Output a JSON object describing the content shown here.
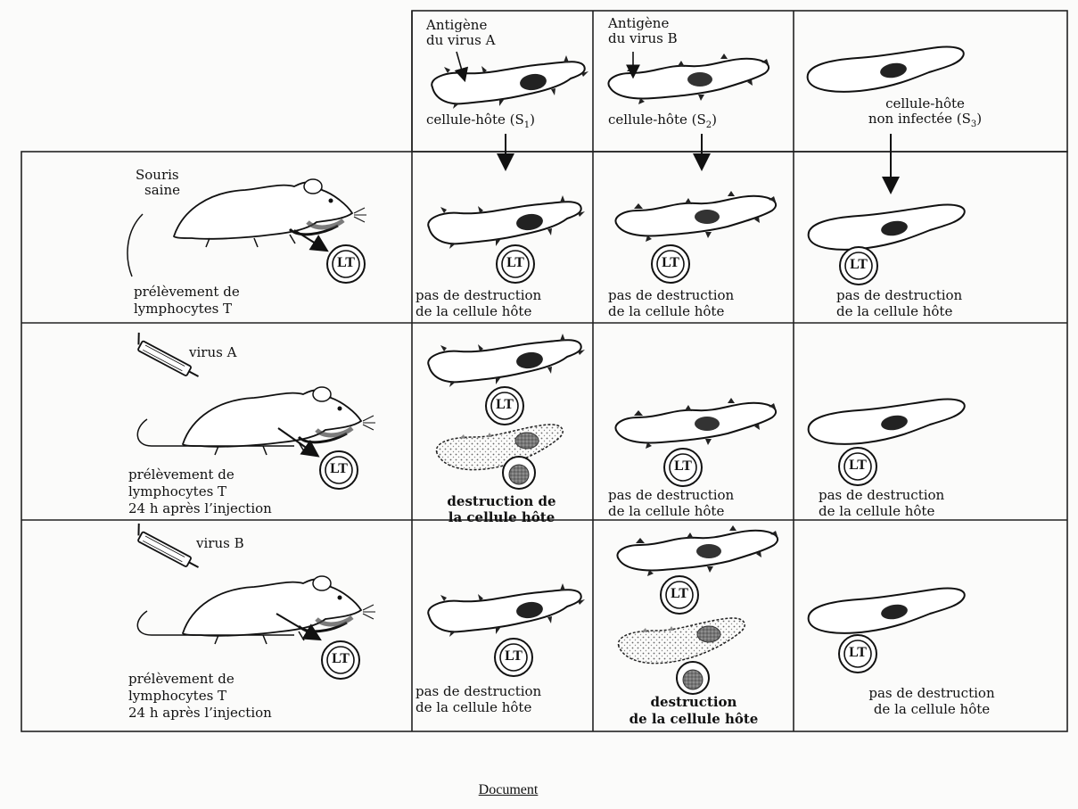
{
  "header": {
    "col1": {
      "antigen_label_1": "Antigène",
      "antigen_label_2": "du virus A",
      "cell_label": "cellule-hôte (S",
      "cell_sub": "1",
      "cell_close": ")"
    },
    "col2": {
      "antigen_label_1": "Antigène",
      "antigen_label_2": "du virus B",
      "cell_label": "cellule-hôte (S",
      "cell_sub": "2",
      "cell_close": ")"
    },
    "col3": {
      "cell_label_1": "cellule-hôte",
      "cell_label_2": "non infectée (S",
      "cell_sub": "3",
      "cell_close": ")"
    }
  },
  "rows": [
    {
      "mouse_label_1": "Souris",
      "mouse_label_2": "saine",
      "sample_1": "prélèvement de",
      "sample_2": "lymphocytes T",
      "sample_3": "",
      "results": [
        {
          "line1": "pas de destruction",
          "line2": "de la cellule hôte",
          "destroyed": false
        },
        {
          "line1": "pas de destruction",
          "line2": "de la cellule hôte",
          "destroyed": false
        },
        {
          "line1": "pas de destruction",
          "line2": "de la cellule hôte",
          "destroyed": false
        }
      ]
    },
    {
      "virus_label": "virus A",
      "sample_1": "prélèvement de",
      "sample_2": "lymphocytes T",
      "sample_3": "24 h après l’injection",
      "results": [
        {
          "line1": "destruction de",
          "line2": "la cellule hôte",
          "destroyed": true
        },
        {
          "line1": "pas de destruction",
          "line2": "de la cellule hôte",
          "destroyed": false
        },
        {
          "line1": "pas de destruction",
          "line2": "de la cellule hôte",
          "destroyed": false
        }
      ]
    },
    {
      "virus_label": "virus B",
      "sample_1": "prélèvement de",
      "sample_2": "lymphocytes T",
      "sample_3": "24 h après l’injection",
      "results": [
        {
          "line1": "pas de destruction",
          "line2": "de la cellule hôte",
          "destroyed": false
        },
        {
          "line1": "destruction",
          "line2": "de la cellule hôte",
          "destroyed": true
        },
        {
          "line1": "pas de destruction",
          "line2": "de la cellule hôte",
          "destroyed": false
        }
      ]
    }
  ],
  "lt_label": "LT",
  "document_title": "Document"
}
